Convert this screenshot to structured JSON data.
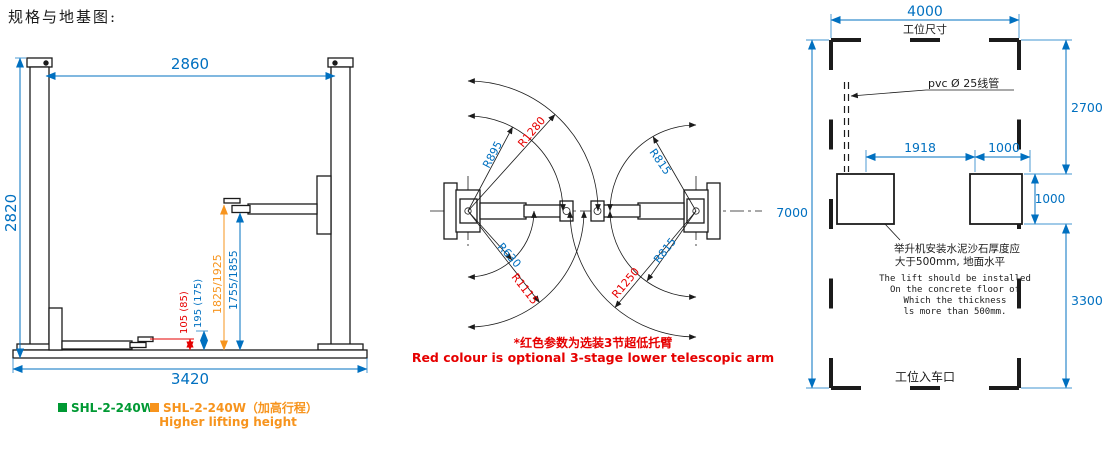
{
  "title": "规格与地基图:",
  "colors": {
    "dim_blue": "#0070C0",
    "accent_orange": "#F7941D",
    "accent_green": "#009933",
    "alert_red": "#E60000"
  },
  "front_view": {
    "width_top": "2860",
    "height_left": "2820",
    "width_base": "3420",
    "lift_height_high": "1825/1925",
    "lift_height_std": "1755/1855",
    "pad_height_red": "105 (85)",
    "pad_height_blue": "195 (175)",
    "legend": {
      "item1": "SHL-2-240W",
      "item2": "SHL-2-240W（加高行程）",
      "item2_sub": "Higher lifting height"
    }
  },
  "top_view": {
    "radii": {
      "front_upper_std": "R895",
      "front_upper_opt": "R1280",
      "front_lower_std": "R630",
      "front_lower_opt": "R1115",
      "rear_upper_std": "R815",
      "rear_lower_opt": "R1250",
      "rear_lower_std": "R815"
    },
    "note_cn": "*红色参数为选装3节超低托臂",
    "note_en": "Red colour is optional 3-stage lower telescopic arm"
  },
  "foundation": {
    "dim_4000": "4000",
    "bay_label": "工位尺寸",
    "dim_1918": "1918",
    "dim_1000_top": "1000",
    "dim_1000_side": "1000",
    "dim_2700": "2700",
    "dim_3300": "3300",
    "dim_7000": "7000",
    "pvc_label": "pvc Ø 25线管",
    "note_cn_line1": "举升机安装水泥沙石厚度应",
    "note_cn_line2": "大于500mm, 地面水平",
    "note_en_line1": "The lift should be installed",
    "note_en_line2": "On the concrete floor of",
    "note_en_line3": "Which the thickness",
    "note_en_line4": "ls more than 500mm.",
    "entry_label": "工位入车口"
  }
}
